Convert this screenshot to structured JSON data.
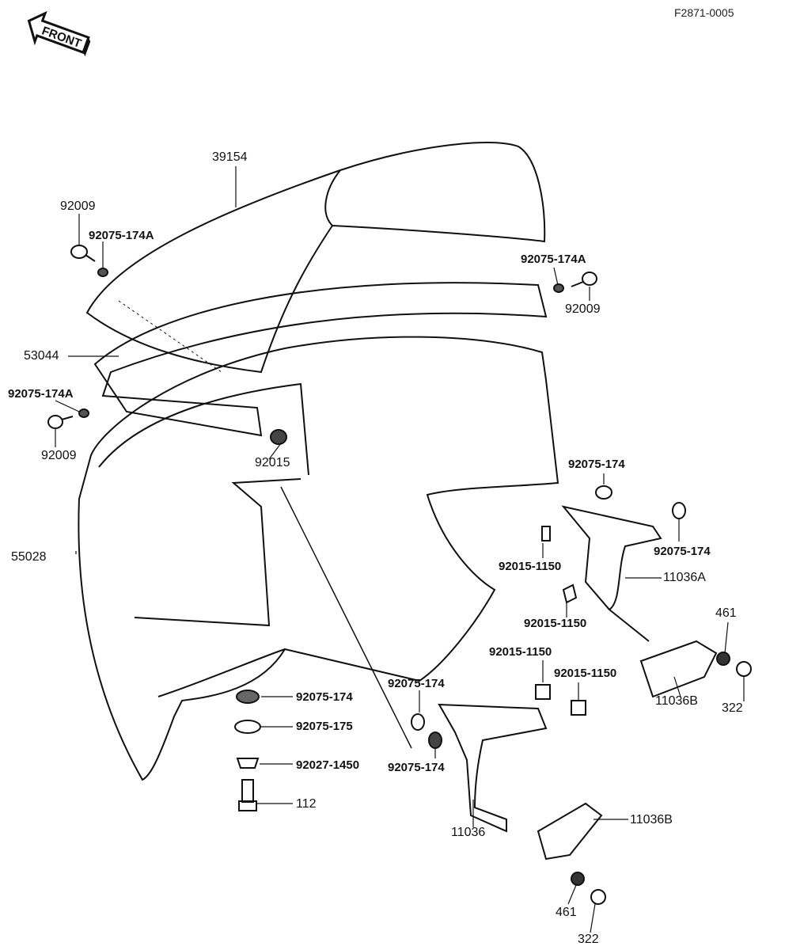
{
  "diagram_code": "F2871-0005",
  "front_marker": "FRONT",
  "labels": {
    "windshield": "39154",
    "screw_tl": "92009",
    "grommet_tl": "92075-174A",
    "grommet_tr": "92075-174A",
    "screw_tr": "92009",
    "trim": "53044",
    "grommet_l": "92075-174A",
    "screw_l": "92009",
    "nut_center": "92015",
    "grommet_upper_bracket_top": "92075-174",
    "cowling": "55028",
    "grommet_upper_bracket_right": "92075-174",
    "nut_upper_1": "92015-1150",
    "bracket_upper": "11036A",
    "washer_upper": "461",
    "nut_upper_2": "92015-1150",
    "nut_lower_1": "92015-1150",
    "nut_lower_2": "92015-1150",
    "grommet_lower_top": "92075-174",
    "grommet_bottom": "92075-174",
    "plate_upper": "11036B",
    "capnut_upper": "322",
    "washer_bottom": "92075-175",
    "grommet_lower_bottom": "92075-174",
    "collar_bottom": "92027-1450",
    "bolt_bottom": "112",
    "bracket_lower": "11036",
    "plate_lower": "11036B",
    "washer_lower": "461",
    "capnut_lower": "322"
  }
}
